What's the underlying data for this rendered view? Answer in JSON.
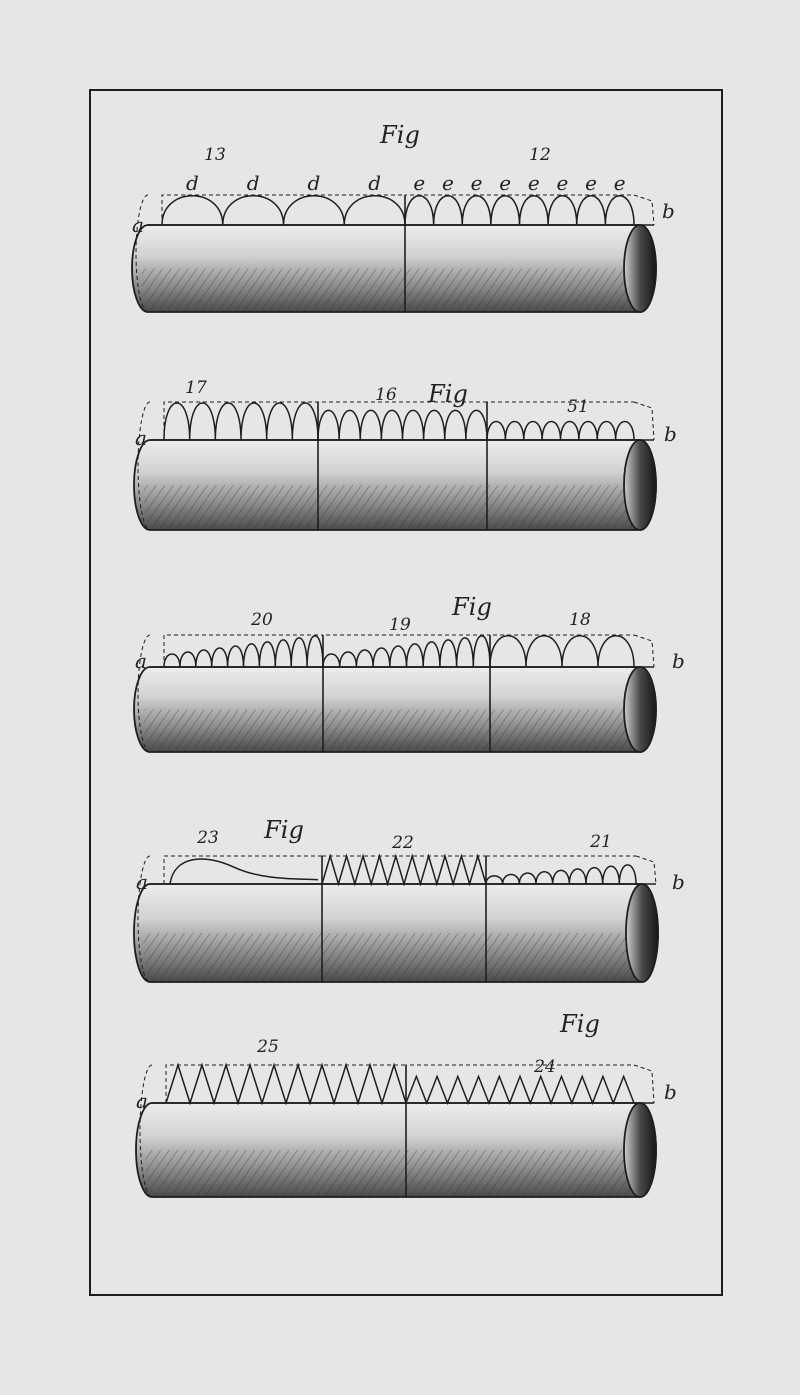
{
  "plate": {
    "paper_color": "#e6e6e6",
    "ink_color": "#1e1e1e",
    "hatch_color": "#3a3a3a"
  },
  "rows": [
    {
      "fig_label": "Fig",
      "end_label_left": "a",
      "end_label_right": "b",
      "segments": [
        {
          "number": "13",
          "wave": "arch",
          "waves": 4,
          "amp": 1.0,
          "letter": "d"
        },
        {
          "number": "12",
          "wave": "arch",
          "waves": 8,
          "amp": 1.0,
          "letter": "e"
        }
      ]
    },
    {
      "fig_label": "Fig",
      "end_label_left": "a",
      "end_label_right": "b",
      "segments": [
        {
          "number": "17",
          "wave": "arch",
          "waves": 6,
          "amp": 1.0
        },
        {
          "number": "16",
          "wave": "arch",
          "waves": 8,
          "amp": 0.8
        },
        {
          "number": "51",
          "wave": "arch",
          "waves": 8,
          "amp": 0.5
        }
      ]
    },
    {
      "fig_label": "Fig",
      "end_label_left": "a",
      "end_label_right": "b",
      "segments": [
        {
          "number": "20",
          "wave": "arch-growing",
          "waves": 10,
          "amp": 1.0
        },
        {
          "number": "19",
          "wave": "arch-growing",
          "waves": 10,
          "amp": 1.0
        },
        {
          "number": "18",
          "wave": "arch",
          "waves": 4,
          "amp": 1.0
        }
      ]
    },
    {
      "fig_label": "Fig",
      "end_label_left": "a",
      "end_label_right": "b",
      "segments": [
        {
          "number": "23",
          "wave": "single-swell",
          "waves": 1,
          "amp": 1.0
        },
        {
          "number": "22",
          "wave": "triangle",
          "waves": 10,
          "amp": 1.0
        },
        {
          "number": "21",
          "wave": "arch-growing",
          "waves": 9,
          "amp": 0.7
        }
      ]
    },
    {
      "fig_label": "Fig",
      "end_label_left": "a",
      "end_label_right": "b",
      "segments": [
        {
          "number": "25",
          "wave": "triangle",
          "waves": 10,
          "amp": 1.0
        },
        {
          "number": "24",
          "wave": "triangle",
          "waves": 11,
          "amp": 0.7
        }
      ]
    }
  ]
}
